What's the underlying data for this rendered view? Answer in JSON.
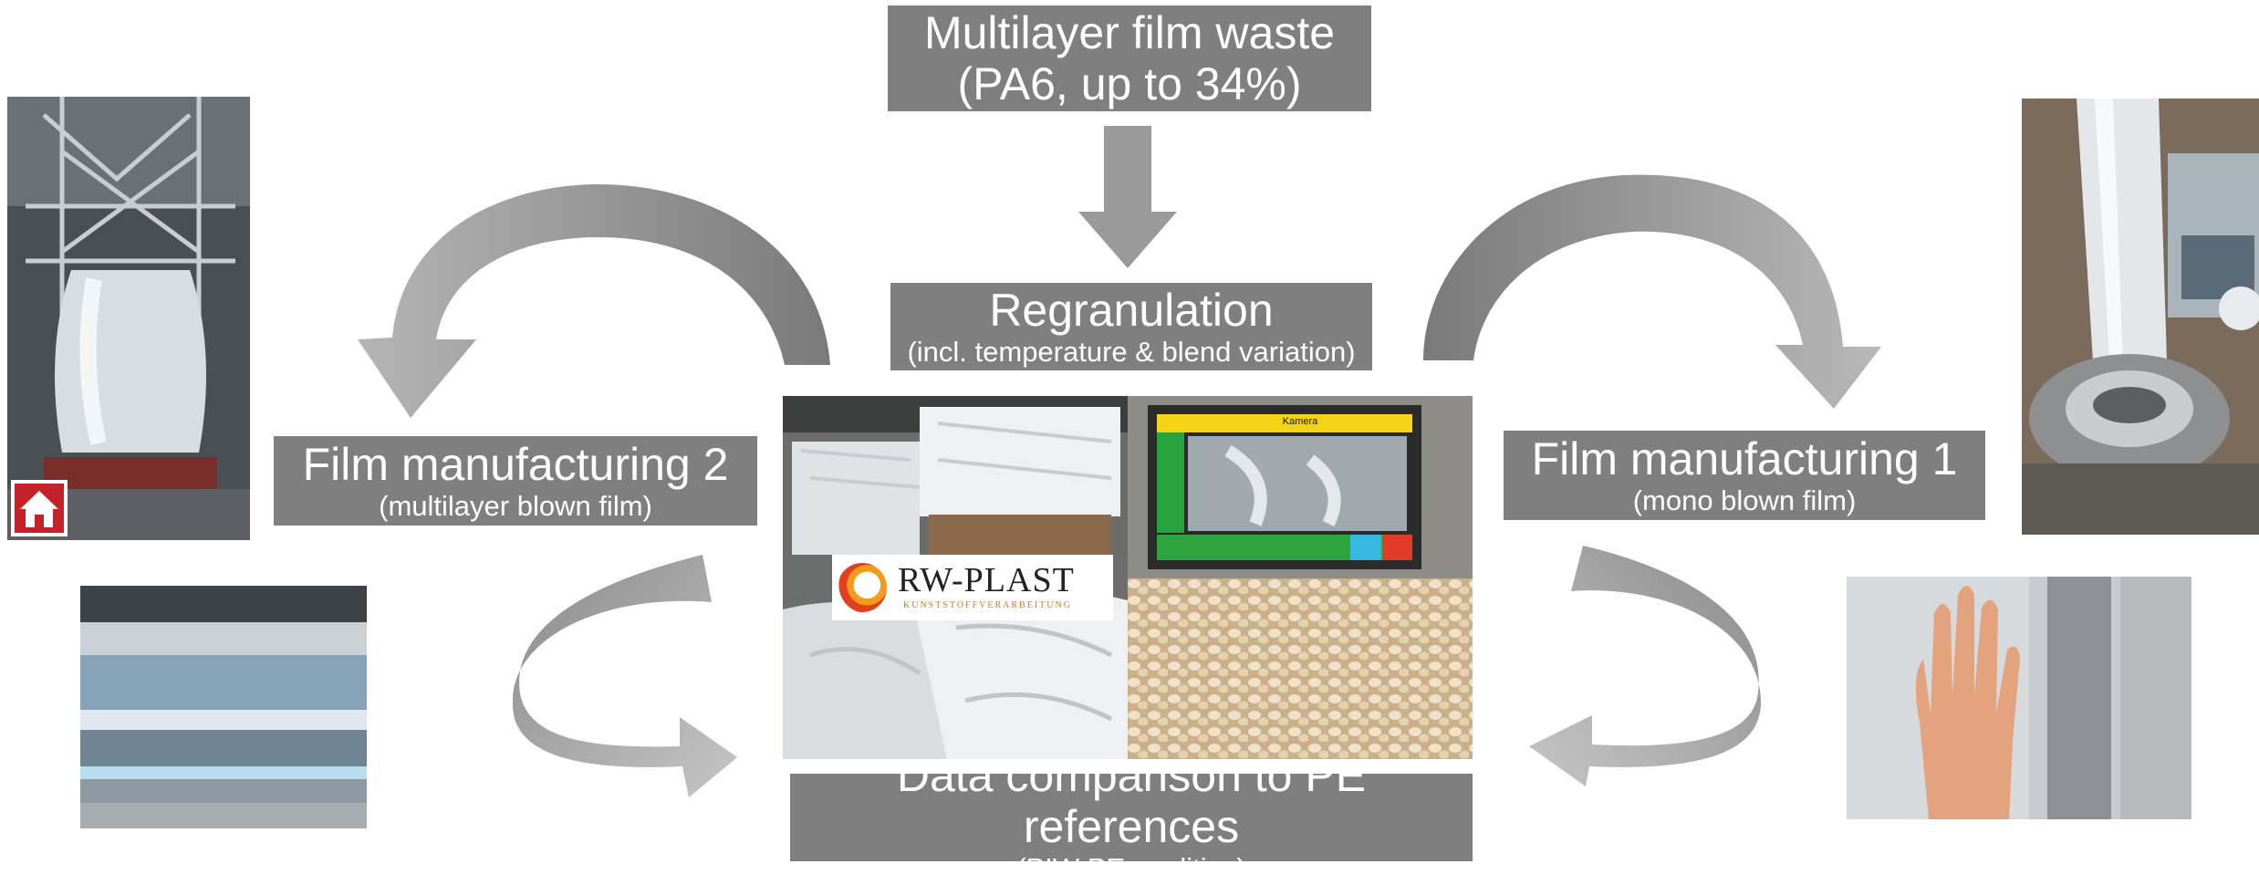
{
  "boxes": {
    "waste": {
      "line1": "Multilayer film waste",
      "line2": "(PA6, up to 34%)"
    },
    "regranulation": {
      "line1": "Regranulation",
      "line2": "(incl. temperature & blend variation)"
    },
    "film2": {
      "line1": "Film manufacturing 2",
      "line2": "(multilayer blown film)"
    },
    "film1": {
      "line1": "Film manufacturing 1",
      "line2": "(mono blown film)"
    },
    "data": {
      "line1": "Data comparison to PE references",
      "line2": "(PIW PE qualities)"
    }
  },
  "logo": {
    "name": "RW-PLAST",
    "subtitle": "KUNSTSTOFFVERARBEITUNG"
  },
  "screen": {
    "header": "Kamera"
  },
  "icons": {
    "down-arrow": "down-arrow-icon",
    "curved-arrow": "curved-arrow-icon",
    "house": "house-icon"
  },
  "colors": {
    "box_bg": "#7f7f7f",
    "arrow_dark": "#8c8c8c",
    "arrow_light": "#bdbdbd",
    "logo_orange": "#f39a1f",
    "logo_red": "#e2401c"
  }
}
